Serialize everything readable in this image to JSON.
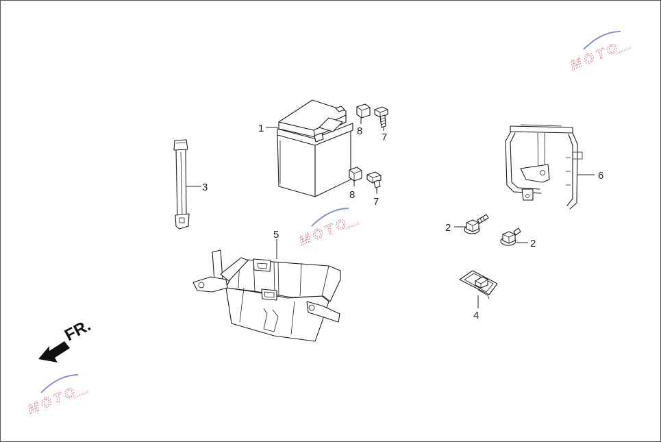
{
  "callouts": {
    "battery": "1",
    "bolt_a": "2",
    "bolt_b": "2",
    "strap": "3",
    "clip_nut": "4",
    "battery_box": "5",
    "bracket": "6",
    "screw_top": "7",
    "screw_bottom": "7",
    "nut_top": "8",
    "nut_bottom": "8"
  },
  "direction": {
    "label": "FR."
  },
  "watermark": {
    "text": "MOTO",
    "subtext": "GARAGE"
  },
  "colors": {
    "line": "#1a1a1a",
    "watermark": "#d2626d",
    "watermark_swoosh": "#6f7fc4",
    "background": "#ffffff"
  }
}
